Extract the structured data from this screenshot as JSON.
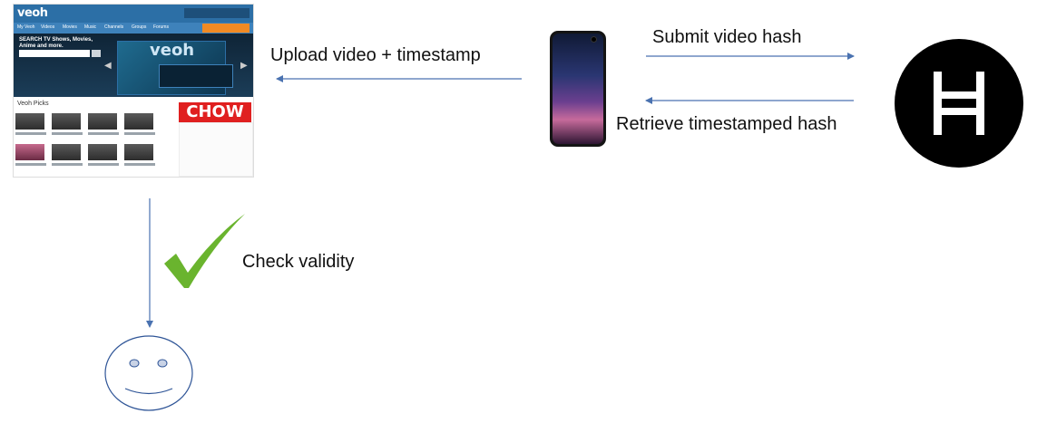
{
  "arrows": {
    "upload": "Upload video + timestamp",
    "submit": "Submit video hash",
    "retrieve": "Retrieve timestamped hash",
    "check": "Check validity"
  },
  "website": {
    "logo": "veoh",
    "search_title": "SEARCH TV Shows, Movies, Anime and more.",
    "brand": "veoh",
    "picks_label": "Veoh Picks",
    "ad_text": "CHOW",
    "nav": [
      "My Veoh",
      "Videos",
      "Movies",
      "Music",
      "Channels",
      "Groups",
      "Forums"
    ]
  },
  "colors": {
    "arrow": "#4a72b0",
    "check": "#6ab42e",
    "face": "#2f5597",
    "logo_bg": "#000000"
  },
  "icons": {
    "phone": "smartphone-icon",
    "hedera": "hedera-hbar-logo-icon",
    "check": "checkmark-icon",
    "face": "smiley-face-icon"
  }
}
